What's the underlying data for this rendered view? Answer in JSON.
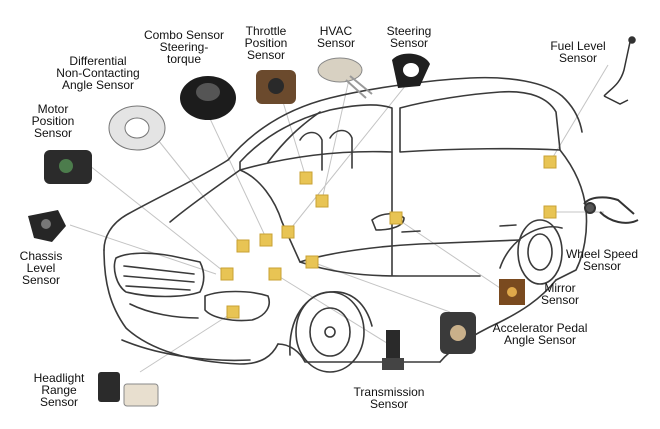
{
  "sensors": {
    "combo": "Combo Sensor\nSteering-\ntorque",
    "throttle": "Throttle\nPosition\nSensor",
    "hvac": "HVAC\nSensor",
    "steering": "Steering\nSensor",
    "fuel_level": "Fuel Level\nSensor",
    "differential": "Differential\nNon-Contacting\nAngle Sensor",
    "motor_position": "Motor\nPosition\nSensor",
    "chassis_level": "Chassis\nLevel\nSensor",
    "wheel_speed": "Wheel Speed\nSensor",
    "mirror": "Mirror\nSensor",
    "accelerator_pedal": "Accelerator Pedal\nAngle Sensor",
    "transmission": "Transmission\nSensor",
    "headlight_range": "Headlight\nRange\nSensor"
  },
  "colors": {
    "marker": "#e8c454",
    "marker_border": "#c9a233",
    "leader": "#bdbdbd",
    "outline": "#444444"
  }
}
